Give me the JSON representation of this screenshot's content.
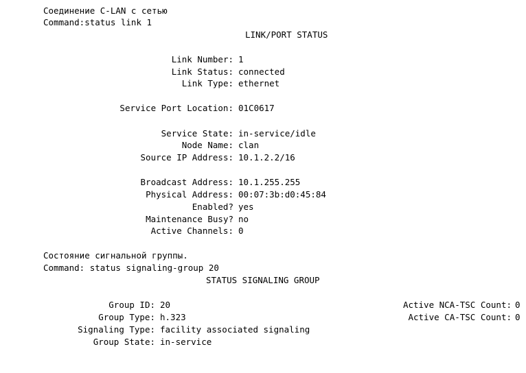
{
  "clan": {
    "caption": "Соединение C-LAN с сетью",
    "command": "Command:status link 1",
    "heading": "LINK/PORT STATUS",
    "fields": [
      {
        "label": "Link Number:",
        "value": "1"
      },
      {
        "label": "Link Status:",
        "value": "connected"
      },
      {
        "label": "Link Type:",
        "value": "ethernet"
      },
      {
        "label": "Service Port Location:",
        "value": "01C0617"
      },
      {
        "label": "Service State:",
        "value": "in-service/idle"
      },
      {
        "label": "Node Name:",
        "value": "clan"
      },
      {
        "label": "Source IP Address:",
        "value": "10.1.2.2/16"
      },
      {
        "label": "Broadcast Address:",
        "value": "10.1.255.255"
      },
      {
        "label": "Physical Address:",
        "value": "00:07:3b:d0:45:84"
      },
      {
        "label": "Enabled?",
        "value": "yes"
      },
      {
        "label": "Maintenance Busy?",
        "value": "no"
      },
      {
        "label": "Active Channels:",
        "value": "0"
      }
    ]
  },
  "sig": {
    "caption": "Состояние сигнальной группы.",
    "command": "Command: status signaling-group 20",
    "heading": "STATUS SIGNALING GROUP",
    "fields": [
      {
        "label": "Group ID:",
        "value": "20"
      },
      {
        "label": "Group Type:",
        "value": "h.323"
      },
      {
        "label": "Signaling Type:",
        "value": "facility associated signaling"
      },
      {
        "label": "Group State:",
        "value": "in-service"
      }
    ],
    "counts": [
      {
        "label": "Active NCA-TSC Count:",
        "value": "0"
      },
      {
        "label": "Active CA-TSC Count:",
        "value": "0"
      }
    ]
  }
}
